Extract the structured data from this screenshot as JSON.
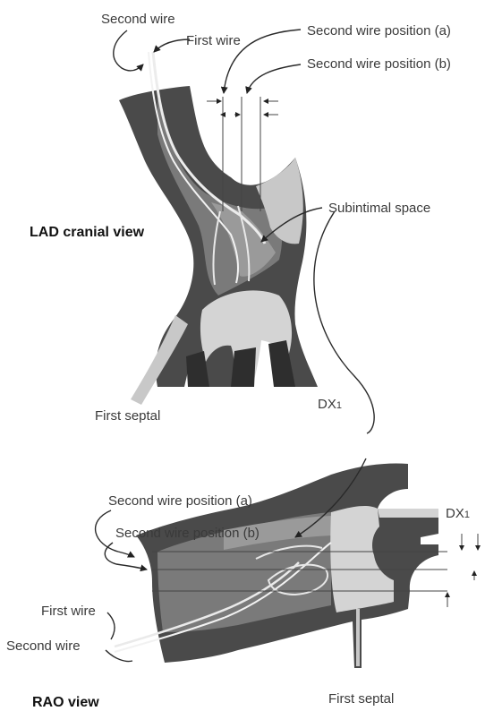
{
  "colors": {
    "vessel_outer": "#4a4a4a",
    "vessel_dark": "#2e2e2e",
    "vessel_mid": "#7a7a7a",
    "vessel_light": "#c8c8c8",
    "subintimal": "#9a9a9a",
    "branch_light": "#d4d4d4",
    "wire": "#e9e9e9",
    "label": "#3a3a3a"
  },
  "top_panel": {
    "view_label": "LAD cranial view",
    "labels": {
      "second_wire": "Second wire",
      "first_wire": "First wire",
      "second_wire_position_a": "Second wire position (a)",
      "second_wire_position_b": "Second wire position (b)",
      "subintimal_space": "Subintimal space",
      "first_septal": "First septal",
      "dx1_main": "DX",
      "dx1_sub": "1"
    }
  },
  "bottom_panel": {
    "view_label": "RAO view",
    "labels": {
      "second_wire_position_a": "Second wire position (a)",
      "second_wire_position_b": "Second wire position (b)",
      "first_wire": "First wire",
      "second_wire": "Second wire",
      "first_septal": "First septal",
      "dx1_main": "DX",
      "dx1_sub": "1"
    }
  }
}
